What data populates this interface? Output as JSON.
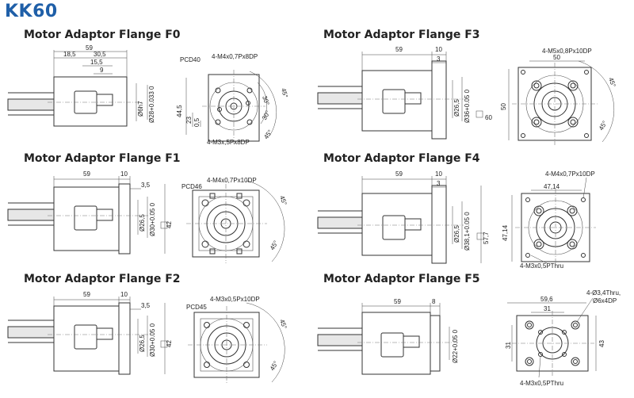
{
  "page_title": "KK60",
  "panels": {
    "f0": {
      "title": "Motor Adaptor Flange F0",
      "dims": {
        "d59": "59",
        "d18_5": "18,5",
        "d30_5": "30,5",
        "d15_5": "15,5",
        "d9": "9",
        "d44_5": "44,5",
        "d23": "23",
        "d0_5": "0,5",
        "phi6": "Ø6h7",
        "phi28": "Ø28+0.033 0",
        "pcd": "PCD40",
        "holes_top": "4-M4x0,7Px8DP",
        "holes_bottom": "4-M3x,5Px8DP",
        "a45a": "45°",
        "a30a": "30°",
        "a30b": "30°",
        "a45b": "45°"
      }
    },
    "f1": {
      "title": "Motor Adaptor Flange F1",
      "dims": {
        "d59": "59",
        "d10": "10",
        "d3_5": "3,5",
        "phi26_5": "Ø26,5",
        "phi30": "Ø30+0.05 0",
        "sq42": "42",
        "pcd": "PCD46",
        "holes": "4-M4x0,7Px10DP",
        "a45a": "45°",
        "a45b": "45°"
      }
    },
    "f2": {
      "title": "Motor Adaptor Flange F2",
      "dims": {
        "d59": "59",
        "d10": "10",
        "d3_5": "3,5",
        "phi26_5": "Ø26,5",
        "phi30": "Ø30+0.05 0",
        "sq42": "42",
        "pcd": "PCD45",
        "holes": "4-M3x0,5Px10DP",
        "a45a": "45°",
        "a45b": "45°"
      }
    },
    "f3": {
      "title": "Motor Adaptor Flange F3",
      "dims": {
        "d59": "59",
        "d10": "10",
        "d3": "3",
        "phi26_5": "Ø26,5",
        "phi36": "Ø36+0.05 0",
        "sq60": "60",
        "d50h": "50",
        "d50v": "50",
        "holes": "4-M5x0,8Px10DP",
        "a45a": "45°",
        "a45b": "45°"
      }
    },
    "f4": {
      "title": "Motor Adaptor Flange F4",
      "dims": {
        "d59": "59",
        "d10": "10",
        "d3": "3",
        "phi26_5": "Ø26,5",
        "phi38": "Ø38,1+0.05 0",
        "sq57": "57,7",
        "d47h": "47,14",
        "d47v": "47,14",
        "holes_top": "4-M4x0,7Px10DP",
        "holes_bottom": "4-M3x0,5PThru"
      }
    },
    "f5": {
      "title": "Motor Adaptor Flange F5",
      "dims": {
        "d59": "59",
        "d8": "8",
        "phi22": "Ø22+0.05 0",
        "d59_6": "59,6",
        "d31h": "31",
        "d31v": "31",
        "d43": "43",
        "holes_top1": "4-Ø3,4Thru,",
        "holes_top2": "Ø6x4DP",
        "holes_bottom": "4-M3x0,5PThru"
      }
    }
  }
}
